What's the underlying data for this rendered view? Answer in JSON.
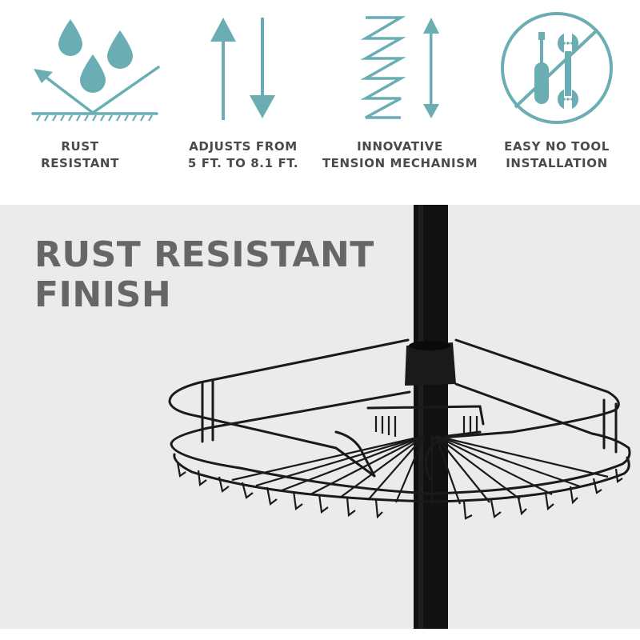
{
  "colors": {
    "icon_teal": "#6aaeb3",
    "label_text": "#4a4a4a",
    "headline_text": "#666666",
    "panel_bg": "#ebebeb",
    "product_black": "#141414"
  },
  "features": [
    {
      "icon": "water-repel-icon",
      "line1": "RUST",
      "line2": "RESISTANT"
    },
    {
      "icon": "up-down-arrows-icon",
      "line1": "ADJUSTS FROM",
      "line2": "5 FT. TO 8.1 FT."
    },
    {
      "icon": "tension-spring-icon",
      "line1": "INNOVATIVE",
      "line2": "TENSION MECHANISM"
    },
    {
      "icon": "no-tools-icon",
      "line1": "EASY NO TOOL",
      "line2": "INSTALLATION"
    }
  ],
  "hero": {
    "headline_line1": "RUST RESISTANT",
    "headline_line2": "FINISH",
    "product": "shower-caddy-corner-basket"
  }
}
